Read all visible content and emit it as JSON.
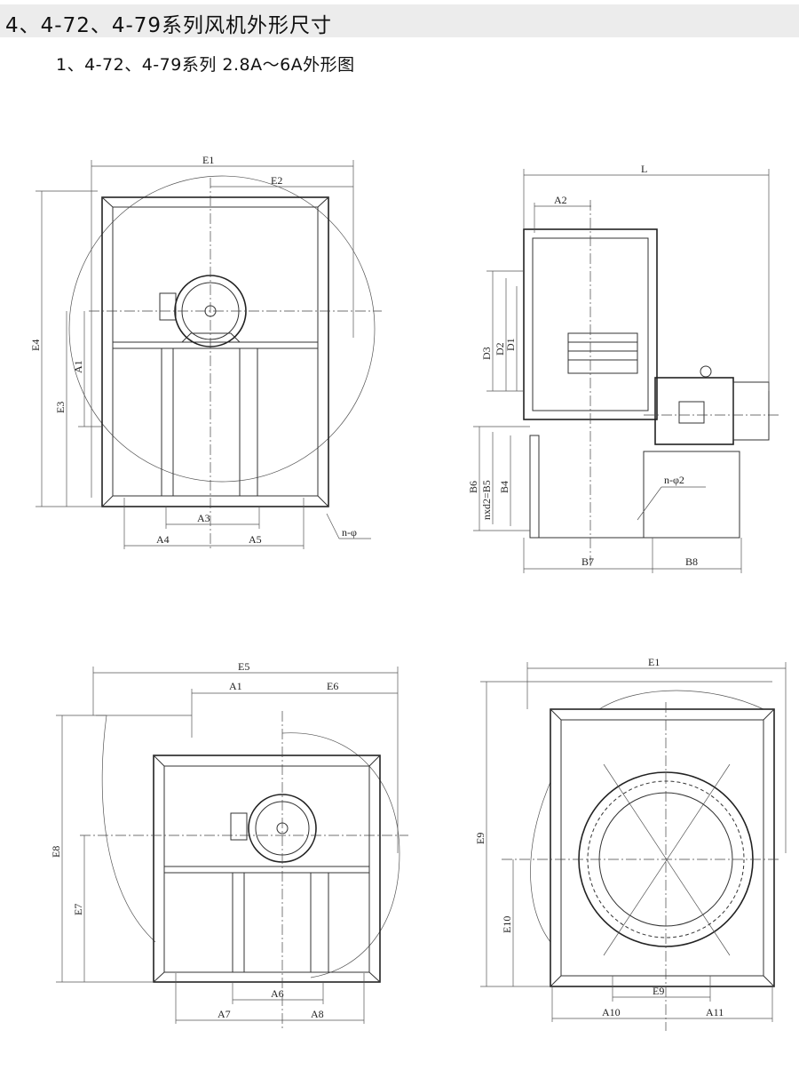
{
  "header": {
    "title": "4、4-72、4-79系列风机外形尺寸"
  },
  "subtitle": "1、4-72、4-79系列 2.8A～6A外形图",
  "view_front": {
    "E1": "E1",
    "E2": "E2",
    "E4": "E4",
    "E3": "E3",
    "A1": "A1",
    "A3": "A3",
    "A4": "A4",
    "A5": "A5",
    "holes": "n-φ"
  },
  "view_side": {
    "L": "L",
    "A2": "A2",
    "D3": "D3",
    "D2": "D2",
    "D1": "D1",
    "B6": "B6",
    "nxd2": "nxd2=B5",
    "B4": "B4",
    "B7": "B7",
    "B8": "B8",
    "holes": "n-φ2"
  },
  "view_front2": {
    "E5": "E5",
    "A1": "A1",
    "E6": "E6",
    "E8": "E8",
    "E7": "E7",
    "A6": "A6",
    "A7": "A7",
    "A8": "A8"
  },
  "view_back": {
    "E1": "E1",
    "E9": "E9",
    "E10": "E10",
    "E9b": "E9",
    "A10": "A10",
    "A11": "A11"
  }
}
